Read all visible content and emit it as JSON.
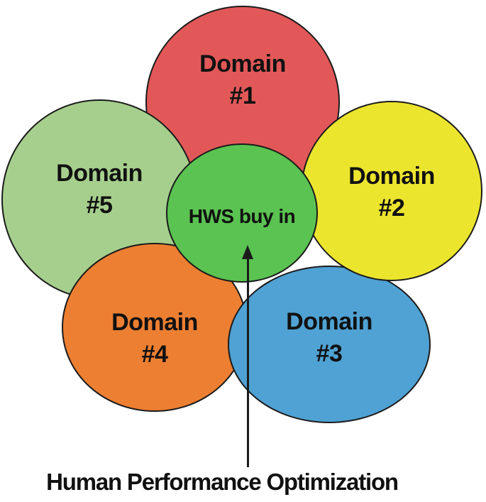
{
  "diagram": {
    "caption": "Human Performance Optimization",
    "background_color": "#ffffff",
    "outline_color": "#1b1b1b",
    "text_color": "#111111",
    "center_circle": {
      "label": "HWS buy in",
      "color": "#5AC351"
    },
    "domains": [
      {
        "line1": "Domain",
        "line2": "#1",
        "color": "#E25858",
        "position": "top"
      },
      {
        "line1": "Domain",
        "line2": "#2",
        "color": "#ECE52E",
        "position": "right"
      },
      {
        "line1": "Domain",
        "line2": "#3",
        "color": "#4FA2D3",
        "position": "bottom-right"
      },
      {
        "line1": "Domain",
        "line2": "#4",
        "color": "#ED7F32",
        "position": "bottom-left"
      },
      {
        "line1": "Domain",
        "line2": "#5",
        "color": "#A6CF8D",
        "position": "left"
      }
    ],
    "arrow": {
      "icon": "up-arrow",
      "color": "#1b1b1b"
    }
  }
}
